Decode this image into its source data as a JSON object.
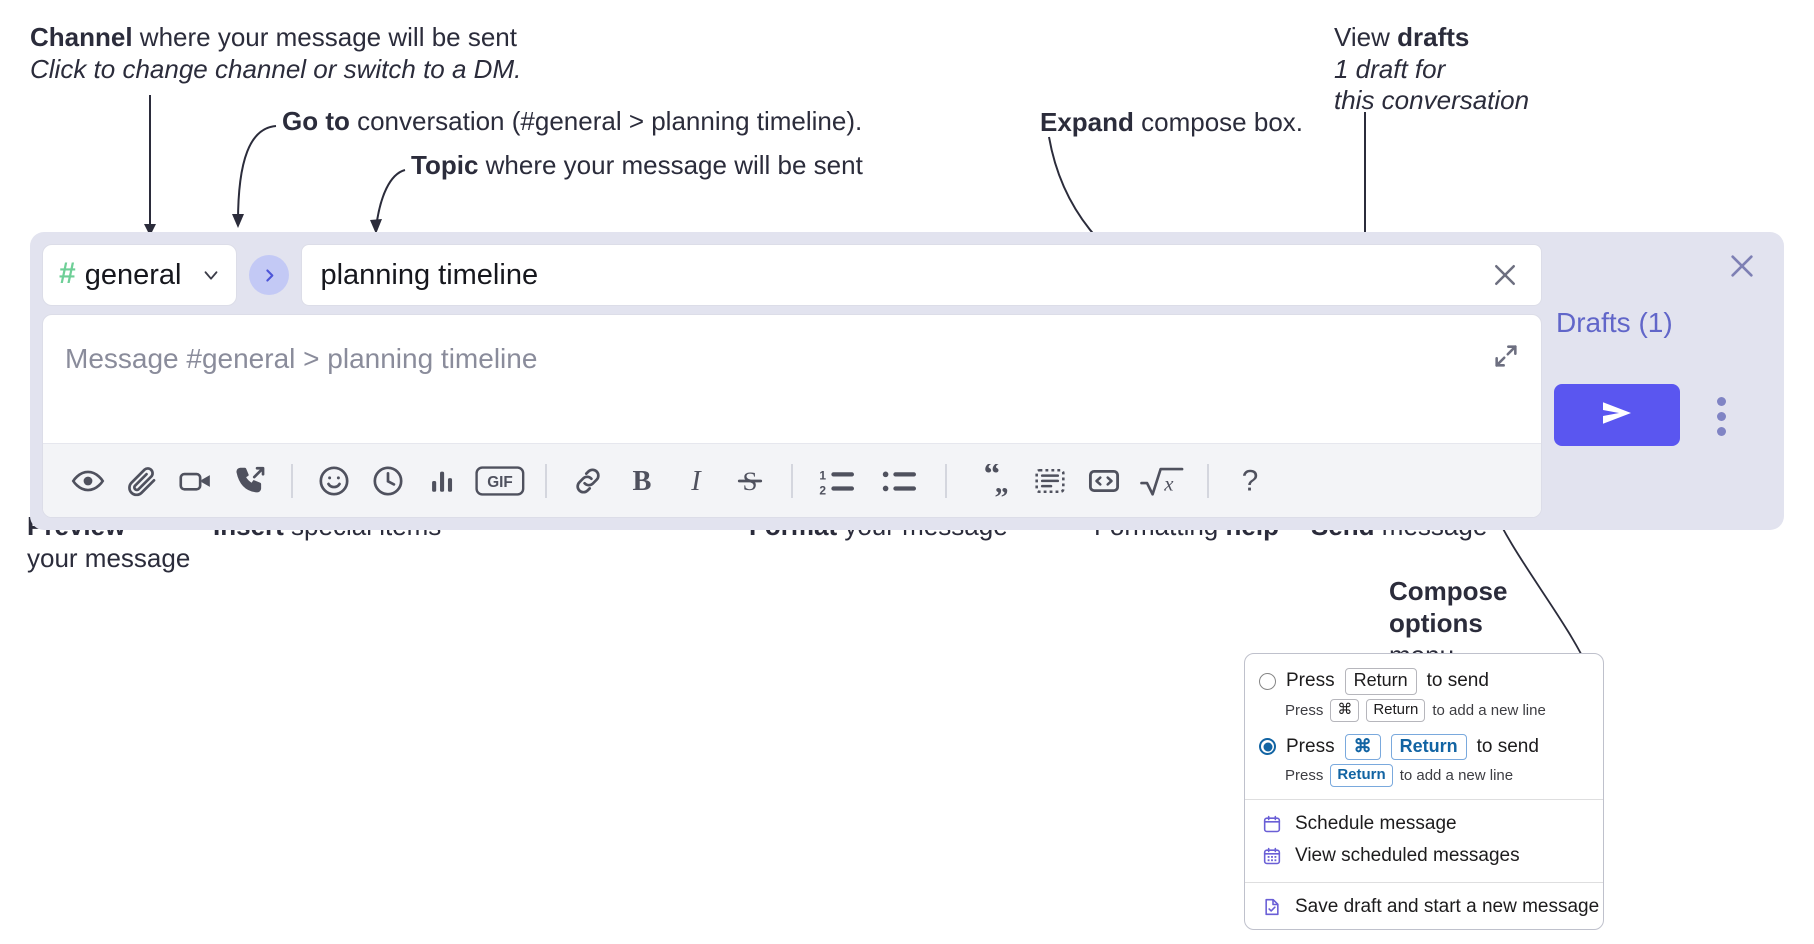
{
  "annotations": {
    "channel": {
      "bold": "Channel",
      "rest": " where your message will be sent",
      "italic": "Click to change channel or switch to a DM."
    },
    "goto": {
      "bold": "Go to",
      "rest": " conversation (#general > planning timeline)."
    },
    "topic": {
      "bold": "Topic",
      "rest": " where your message will be sent"
    },
    "expand": {
      "bold": "Expand",
      "rest": " compose box."
    },
    "drafts": {
      "bold_prefix": "View ",
      "bold": "drafts",
      "italic_1": "1 draft for",
      "italic_2": "this conversation"
    },
    "preview": {
      "bold": "Preview",
      "rest": "your message"
    },
    "insert": {
      "bold": "Insert",
      "rest": " special items"
    },
    "format": {
      "bold": "Format",
      "rest": " your message"
    },
    "help": {
      "rest": "Formatting ",
      "bold": "help"
    },
    "send": {
      "bold": "Send",
      "rest": " message"
    },
    "compose_options": {
      "bold_1": "Compose",
      "bold_2": "options",
      "rest": "menu"
    }
  },
  "compose": {
    "channel": {
      "hash": "#",
      "name": "general",
      "chevron_icon": "chevron-down-icon"
    },
    "goto_icon": "chevron-right-icon",
    "topic": {
      "value": "planning timeline",
      "clear_icon": "close-icon"
    },
    "editor": {
      "placeholder": "Message #general > planning timeline",
      "expand_icon": "expand-icon"
    },
    "toolbar": {
      "groups": [
        {
          "name": "preview-group",
          "items": [
            {
              "name": "preview-icon",
              "label": "eye"
            },
            {
              "name": "attachment-icon",
              "label": "paperclip"
            },
            {
              "name": "video-icon",
              "label": "video-camera"
            },
            {
              "name": "huddle-icon",
              "label": "phone-arrow"
            }
          ]
        },
        {
          "name": "insert-group",
          "items": [
            {
              "name": "emoji-icon",
              "label": "smiley"
            },
            {
              "name": "reminder-icon",
              "label": "clock"
            },
            {
              "name": "poll-icon",
              "label": "bar-chart"
            },
            {
              "name": "gif-icon",
              "label": "GIF"
            }
          ]
        },
        {
          "name": "format-group-1",
          "items": [
            {
              "name": "link-icon",
              "label": "link"
            },
            {
              "name": "bold-icon",
              "label": "B"
            },
            {
              "name": "italic-icon",
              "label": "I"
            },
            {
              "name": "strikethrough-icon",
              "label": "S"
            }
          ]
        },
        {
          "name": "format-group-2",
          "items": [
            {
              "name": "ordered-list-icon",
              "label": "1 2 list"
            },
            {
              "name": "bulleted-list-icon",
              "label": "bullet list"
            }
          ]
        },
        {
          "name": "format-group-3",
          "items": [
            {
              "name": "blockquote-icon",
              "label": "quote"
            },
            {
              "name": "code-block-icon",
              "label": "code block"
            },
            {
              "name": "code-icon",
              "label": "inline code"
            },
            {
              "name": "math-icon",
              "label": "sqrt x"
            }
          ]
        },
        {
          "name": "help-group",
          "items": [
            {
              "name": "formatting-help-icon",
              "label": "?"
            }
          ]
        }
      ]
    },
    "right": {
      "close_icon": "close-icon",
      "drafts_label": "Drafts (1)",
      "send_icon": "send-paper-plane-icon",
      "options_icon": "kebab-menu-icon"
    }
  },
  "menu": {
    "options": [
      {
        "selected": false,
        "line_pre": "Press",
        "keys": [
          "Return"
        ],
        "line_post": "to send",
        "sub_pre": "Press",
        "sub_keys": [
          "⌘",
          "Return"
        ],
        "sub_post": "to add a new line"
      },
      {
        "selected": true,
        "line_pre": "Press",
        "keys": [
          "⌘",
          "Return"
        ],
        "line_post": "to send",
        "sub_pre": "Press",
        "sub_keys": [
          "Return"
        ],
        "sub_post": "to add a new line"
      }
    ],
    "items": [
      {
        "icon": "calendar-icon",
        "label": "Schedule message"
      },
      {
        "icon": "calendar-grid-icon",
        "label": "View scheduled messages"
      },
      {
        "icon": "save-draft-icon",
        "label": "Save draft and start a new message"
      }
    ]
  },
  "colors": {
    "accent_send": "#5a56f0",
    "compose_bg": "#e2e3ef",
    "hash_green": "#6ecf97",
    "drafts_purple": "#6166c9",
    "radio_blue": "#1264a3"
  }
}
